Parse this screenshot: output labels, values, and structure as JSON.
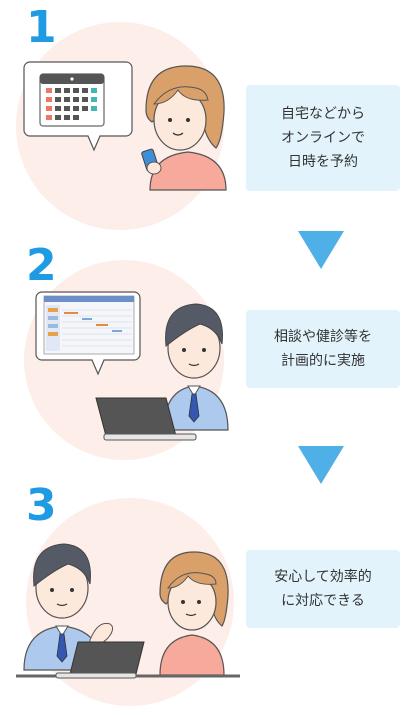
{
  "colors": {
    "accent_blue": "#1f9be3",
    "arrow_blue": "#4fb0e8",
    "caption_bg": "#e2f3fb",
    "circle_bg": "#fdeee9"
  },
  "steps": [
    {
      "number": "1",
      "caption_lines": [
        "自宅などから",
        "オンラインで",
        "日時を予約"
      ],
      "icons": [
        "calendar-icon",
        "smartphone-icon"
      ]
    },
    {
      "number": "2",
      "caption_lines": [
        "相談や健診等を",
        "計画的に実施"
      ],
      "icons": [
        "spreadsheet-screen-icon",
        "laptop-icon"
      ]
    },
    {
      "number": "3",
      "caption_lines": [
        "安心して効率的",
        "に対応できる"
      ],
      "icons": [
        "laptop-icon"
      ]
    }
  ],
  "arrows": [
    "arrow-down-icon",
    "arrow-down-icon"
  ]
}
